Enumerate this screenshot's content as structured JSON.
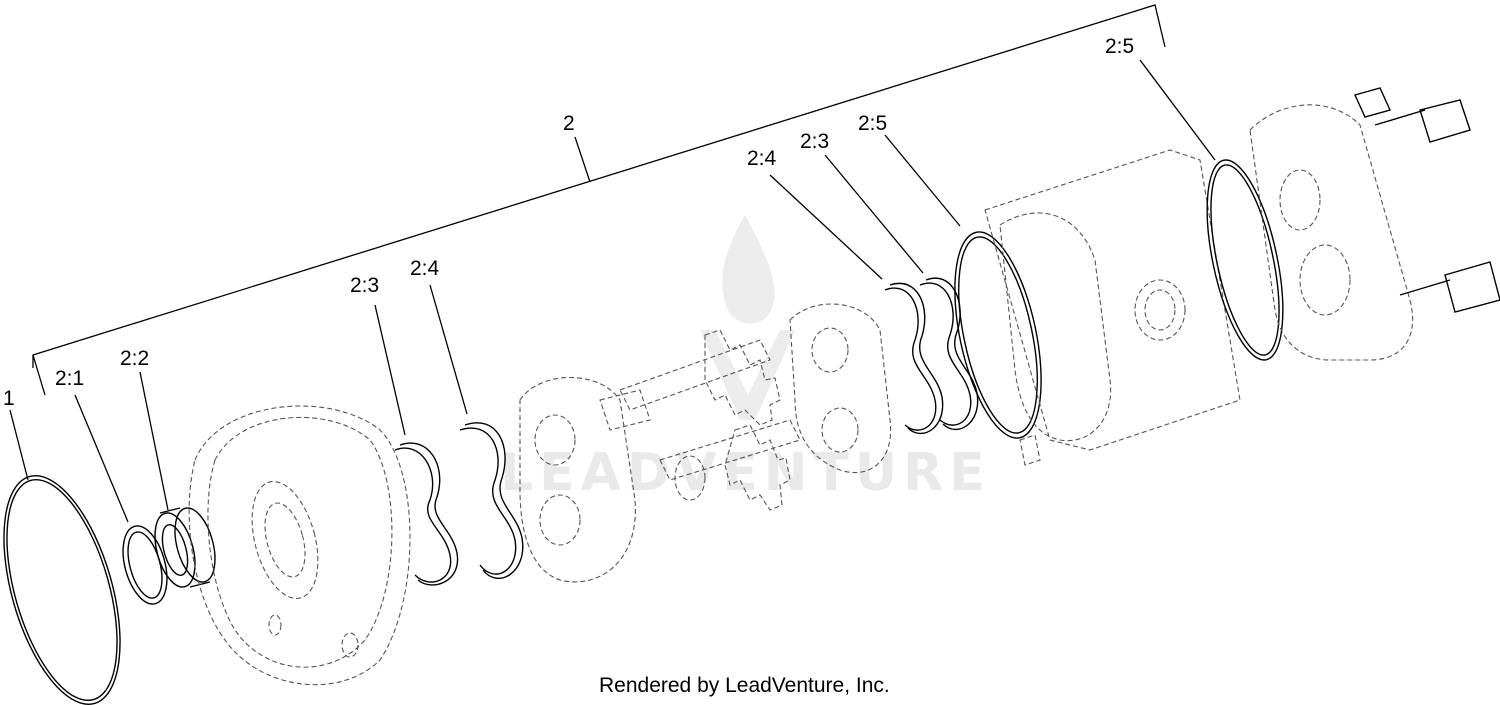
{
  "callouts": {
    "c1": "1",
    "c2": "2",
    "c2_1": "2:1",
    "c2_2": "2:2",
    "c2_3_left": "2:3",
    "c2_4_left": "2:4",
    "c2_4_right": "2:4",
    "c2_3_right": "2:3",
    "c2_5_mid": "2:5",
    "c2_5_top": "2:5"
  },
  "footer": "Rendered by LeadVenture, Inc.",
  "watermark": "LEADVENTURE"
}
